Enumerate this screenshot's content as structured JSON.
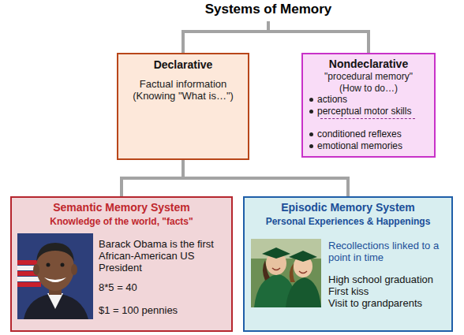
{
  "diagram": {
    "title": "Systems of Memory",
    "nodes": [
      {
        "text": [
          "Declarative",
          "Factual information (Knowing \"What is…\")"
        ]
      },
      {
        "text": [
          "Nondeclarative",
          "\"procedural memory\" (How to do…)",
          "actions",
          "perceptual motor skills",
          "conditioned reflexes",
          "emotional memories"
        ]
      },
      {
        "text": [
          "Semantic Memory System",
          "Knowledge of the world, \"facts\"",
          "Barack Obama is the first African-American US President",
          "8*5 = 40",
          "$1 = 100 pennies"
        ]
      },
      {
        "text": [
          "Episodic Memory System",
          "Personal Experiences & Happenings",
          "Recollections linked to a point in time",
          "High school graduation",
          "First kiss",
          "Visit to grandparents"
        ]
      }
    ],
    "edges": [
      {
        "from": 0,
        "to": 2,
        "arrow": "none"
      },
      {
        "from": 0,
        "to": 3,
        "arrow": "none"
      }
    ]
  }
}
